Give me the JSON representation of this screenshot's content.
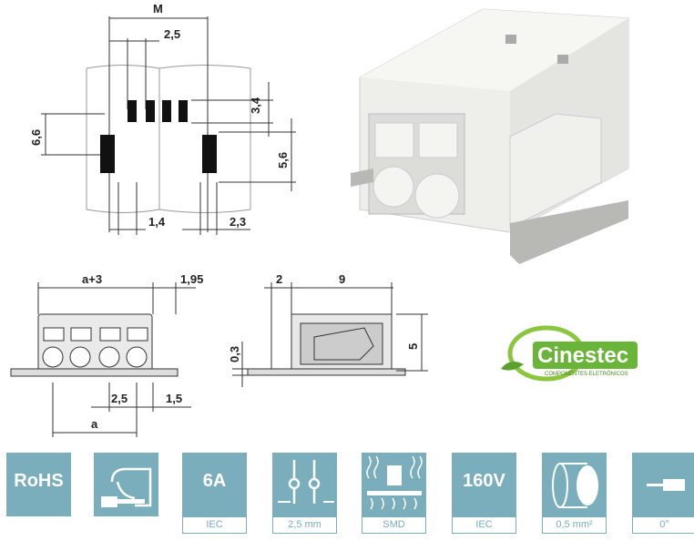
{
  "footprint_drawing": {
    "dims": {
      "m": "M",
      "pitch": "2,5",
      "pad_h": "3,4",
      "row_span": "6,6",
      "pad_len": "5,6",
      "pad_w": "1,4",
      "pad_gap": "2,3"
    }
  },
  "front_drawing": {
    "dims": {
      "width": "a+3",
      "offset": "1,95",
      "pitch": "2,5",
      "edge": "1,5",
      "a": "a"
    }
  },
  "side_drawing": {
    "dims": {
      "front": "2",
      "depth": "9",
      "standoff": "0,3",
      "height": "5"
    }
  },
  "logo": {
    "name": "Cinestec",
    "tagline": "COMPONENTES ELETRÔNICOS"
  },
  "feature_icons": [
    {
      "icon": "rohs-icon",
      "text": "RoHS",
      "label": ""
    },
    {
      "icon": "wire-insertion-icon",
      "text": "",
      "label": ""
    },
    {
      "icon": "current-rating-icon",
      "text": "6A",
      "label": "IEC"
    },
    {
      "icon": "pitch-icon",
      "text": "",
      "label": "2,5 mm"
    },
    {
      "icon": "smd-icon",
      "text": "",
      "label": "SMD"
    },
    {
      "icon": "voltage-rating-icon",
      "text": "160V",
      "label": "IEC"
    },
    {
      "icon": "wire-cross-section-icon",
      "text": "",
      "label": "0,5 mm²"
    },
    {
      "icon": "connection-angle-icon",
      "text": "",
      "label": "0°"
    }
  ],
  "colors": {
    "tile": "#7aaebd",
    "logo_green": "#6ab43a"
  }
}
